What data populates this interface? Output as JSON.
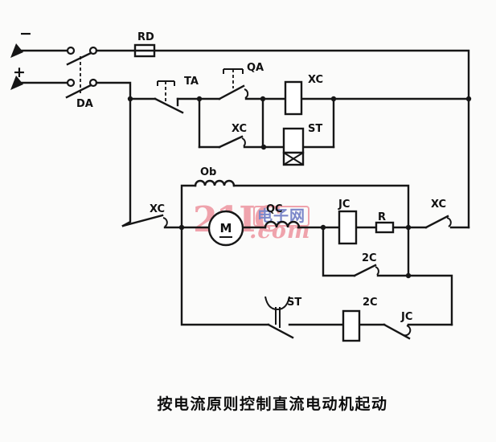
{
  "page": {
    "caption": "按电流原则控制直流电动机起动"
  },
  "watermark": {
    "brand": "21IC",
    "site_cn": "电子网",
    "suffix": ".com",
    "pink": "#efa3ac",
    "blue": "#7b87c9"
  },
  "labels": {
    "minus": "−",
    "plus": "+",
    "fuse": "RD",
    "knife_switch": "DA",
    "stop_button": "TA",
    "start_button": "QA",
    "contactor_coil": "XC",
    "holding_contact": "XC",
    "time_relay_coil": "ST",
    "field_winding": "Ob",
    "main_contact_left": "XC",
    "motor": "M",
    "series_coil": "QC",
    "current_relay_coil": "JC",
    "resistor": "R",
    "main_contact_right": "XC",
    "accel_contact": "2C",
    "time_contact": "ST",
    "accel_coil": "2C",
    "relay_contact": "JC"
  },
  "colors": {
    "line": "#161616",
    "background": "#fbfbfa",
    "watermark_pink": "#efa3ac",
    "watermark_blue": "#7b87c9"
  }
}
